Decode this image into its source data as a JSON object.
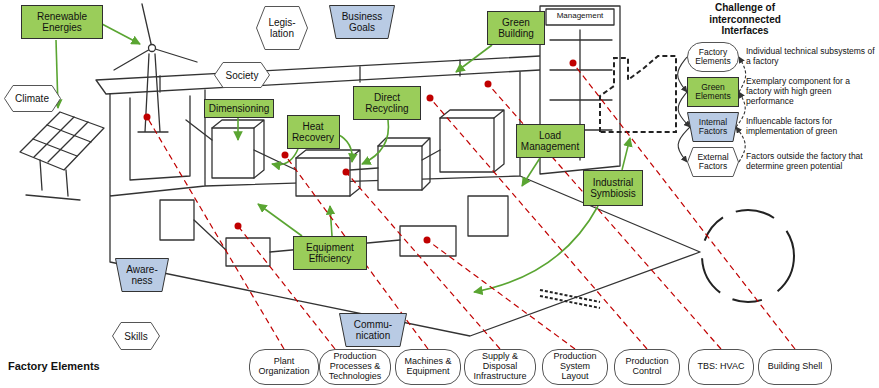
{
  "diagram": {
    "nodes": [
      {
        "text": [
          "Renewable Energies"
        ]
      },
      {
        "text": [
          "Legis- lation"
        ]
      },
      {
        "text": [
          "Business Goals"
        ]
      },
      {
        "text": [
          "Society"
        ]
      },
      {
        "text": [
          "Climate"
        ]
      },
      {
        "text": [
          "Green Building"
        ]
      },
      {
        "text": [
          "Direct Recycling"
        ]
      },
      {
        "text": [
          "Heat Recovery"
        ]
      },
      {
        "text": [
          "Dimensioning"
        ]
      },
      {
        "text": [
          "Load Management"
        ]
      },
      {
        "text": [
          "Industrial Symbiosis"
        ]
      },
      {
        "text": [
          "Aware- ness"
        ]
      },
      {
        "text": [
          "Equipment Efficiency"
        ]
      },
      {
        "text": [
          "Skills"
        ]
      },
      {
        "text": [
          "Commu- nication"
        ]
      },
      {
        "text": [
          "Plant Organization"
        ]
      },
      {
        "text": [
          "Production Processes & Technologies"
        ]
      },
      {
        "text": [
          "Machines & Equipment"
        ]
      },
      {
        "text": [
          "Supply & Disposal Infrastructure"
        ]
      },
      {
        "text": [
          "Production System Layout"
        ]
      },
      {
        "text": [
          "Production Control"
        ]
      },
      {
        "text": [
          "TBS: HVAC"
        ]
      },
      {
        "text": [
          "Building Shell"
        ]
      },
      {
        "text": [
          "Factory Elements"
        ]
      },
      {
        "text": [
          "Green Elements"
        ]
      },
      {
        "text": [
          "Internal Factors"
        ]
      },
      {
        "text": [
          "External Factors"
        ]
      }
    ],
    "edges": [
      {
        "from": 23,
        "to": 24,
        "arrow": "to"
      },
      {
        "from": 24,
        "to": 25,
        "arrow": "to"
      },
      {
        "from": 25,
        "to": 26,
        "arrow": "to"
      },
      {
        "from": 24,
        "to": 23,
        "arrow": "to"
      },
      {
        "from": 25,
        "to": 24,
        "arrow": "to"
      },
      {
        "from": 26,
        "to": 25,
        "arrow": "to"
      }
    ],
    "labels": [
      "Management",
      "Challenge of interconnected Interfaces",
      "Individual technical subsystems of a factory",
      "Exemplary component for a factory with high green performance",
      "Influencable factors for implementation of green",
      "Factors outside the factory that determine green potential",
      "Factory Elements"
    ]
  }
}
